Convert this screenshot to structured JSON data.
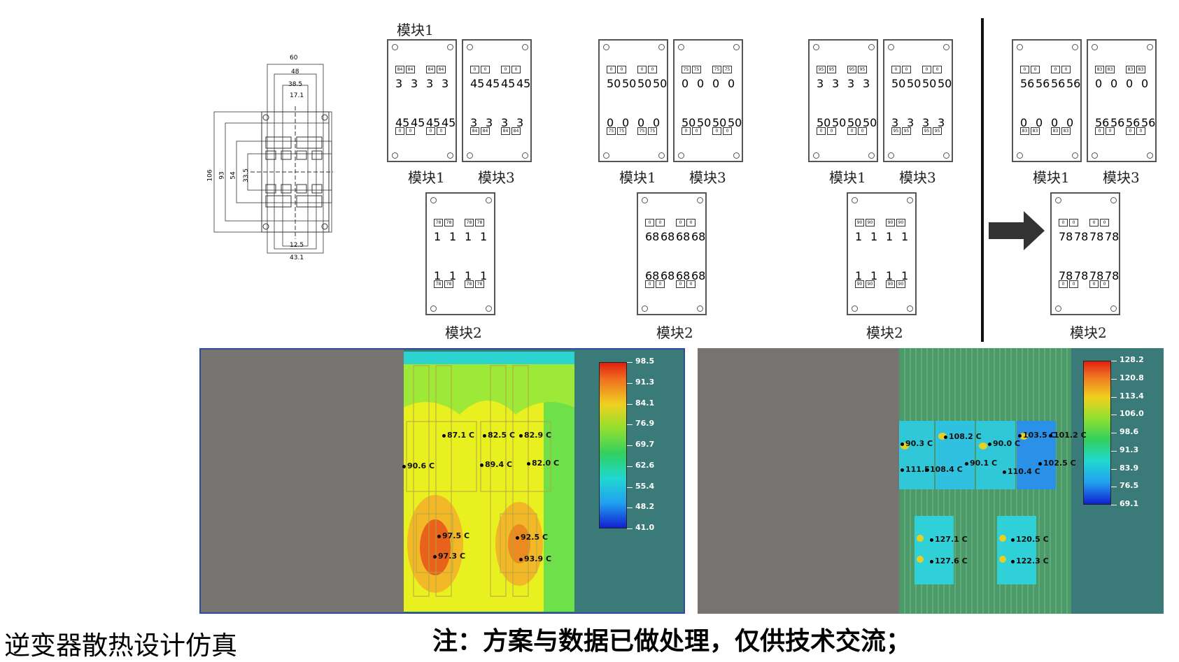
{
  "drawing": {
    "dims": [
      "60",
      "48",
      "38.5",
      "17.1",
      "106",
      "93",
      "54",
      "33.5",
      "12.5",
      "43.1"
    ]
  },
  "group_title": "模块1",
  "groups": [
    {
      "m1": {
        "label": "模块1",
        "top": [
          [
            "84",
            "84"
          ],
          [
            "84",
            "84"
          ]
        ],
        "top_single": [
          "3",
          "3",
          "3",
          "3"
        ],
        "bot_single": [
          "45",
          "45",
          "45",
          "45"
        ],
        "bot": [
          [
            "0",
            "0"
          ],
          [
            "0",
            "0"
          ]
        ]
      },
      "m3": {
        "label": "模块3",
        "top": [
          [
            "0",
            "0"
          ],
          [
            "0",
            "0"
          ]
        ],
        "top_single": [
          "45",
          "45",
          "45",
          "45"
        ],
        "bot_single": [
          "3",
          "3",
          "3",
          "3"
        ],
        "bot": [
          [
            "84",
            "84"
          ],
          [
            "84",
            "84"
          ]
        ]
      },
      "m2": {
        "label": "模块2",
        "top": [
          [
            "78",
            "78"
          ],
          [
            "78",
            "78"
          ]
        ],
        "top_single": [
          "1",
          "1",
          "1",
          "1"
        ],
        "bot_single": [
          "1",
          "1",
          "1",
          "1"
        ],
        "bot": [
          [
            "78",
            "78"
          ],
          [
            "78",
            "78"
          ]
        ]
      }
    },
    {
      "m1": {
        "label": "模块1",
        "top": [
          [
            "0",
            "0"
          ],
          [
            "0",
            "0"
          ]
        ],
        "top_single": [
          "50",
          "50",
          "50",
          "50"
        ],
        "bot_single": [
          "0",
          "0",
          "0",
          "0"
        ],
        "bot": [
          [
            "75",
            "75"
          ],
          [
            "75",
            "75"
          ]
        ]
      },
      "m3": {
        "label": "模块3",
        "top": [
          [
            "75",
            "75"
          ],
          [
            "75",
            "75"
          ]
        ],
        "top_single": [
          "0",
          "0",
          "0",
          "0"
        ],
        "bot_single": [
          "50",
          "50",
          "50",
          "50"
        ],
        "bot": [
          [
            "0",
            "0"
          ],
          [
            "0",
            "0"
          ]
        ]
      },
      "m2": {
        "label": "模块2",
        "top": [
          [
            "0",
            "0"
          ],
          [
            "0",
            "0"
          ]
        ],
        "top_single": [
          "68",
          "68",
          "68",
          "68"
        ],
        "bot_single": [
          "68",
          "68",
          "68",
          "68"
        ],
        "bot": [
          [
            "0",
            "0"
          ],
          [
            "0",
            "0"
          ]
        ]
      }
    },
    {
      "m1": {
        "label": "模块1",
        "top": [
          [
            "95",
            "95"
          ],
          [
            "95",
            "95"
          ]
        ],
        "top_single": [
          "3",
          "3",
          "3",
          "3"
        ],
        "bot_single": [
          "50",
          "50",
          "50",
          "50"
        ],
        "bot": [
          [
            "0",
            "0"
          ],
          [
            "0",
            "0"
          ]
        ]
      },
      "m3": {
        "label": "模块3",
        "top": [
          [
            "0",
            "0"
          ],
          [
            "0",
            "0"
          ]
        ],
        "top_single": [
          "50",
          "50",
          "50",
          "50"
        ],
        "bot_single": [
          "3",
          "3",
          "3",
          "3"
        ],
        "bot": [
          [
            "95",
            "95"
          ],
          [
            "95",
            "95"
          ]
        ]
      },
      "m2": {
        "label": "模块2",
        "top": [
          [
            "90",
            "90"
          ],
          [
            "90",
            "90"
          ]
        ],
        "top_single": [
          "1",
          "1",
          "1",
          "1"
        ],
        "bot_single": [
          "1",
          "1",
          "1",
          "1"
        ],
        "bot": [
          [
            "90",
            "90"
          ],
          [
            "90",
            "90"
          ]
        ]
      }
    },
    {
      "m1": {
        "label": "模块1",
        "top": [
          [
            "0",
            "0"
          ],
          [
            "0",
            "0"
          ]
        ],
        "top_single": [
          "56",
          "56",
          "56",
          "56"
        ],
        "bot_single": [
          "0",
          "0",
          "0",
          "0"
        ],
        "bot": [
          [
            "83",
            "83"
          ],
          [
            "83",
            "83"
          ]
        ]
      },
      "m3": {
        "label": "模块3",
        "top": [
          [
            "83",
            "83"
          ],
          [
            "83",
            "83"
          ]
        ],
        "top_single": [
          "0",
          "0",
          "0",
          "0"
        ],
        "bot_single": [
          "56",
          "56",
          "56",
          "56"
        ],
        "bot": [
          [
            "0",
            "0"
          ],
          [
            "0",
            "0"
          ]
        ]
      },
      "m2": {
        "label": "模块2",
        "top": [
          [
            "0",
            "0"
          ],
          [
            "0",
            "0"
          ]
        ],
        "top_single": [
          "78",
          "78",
          "78",
          "78"
        ],
        "bot_single": [
          "78",
          "78",
          "78",
          "78"
        ],
        "bot": [
          [
            "0",
            "0"
          ],
          [
            "0",
            "0"
          ]
        ]
      }
    }
  ],
  "thermal_left": {
    "legend": [
      "98.5",
      "91.3",
      "84.1",
      "76.9",
      "69.7",
      "62.6",
      "55.4",
      "48.2",
      "41.0"
    ],
    "probes": [
      "87.1 C",
      "82.5 C",
      "82.9 C",
      "90.6 C",
      "89.4 C",
      "82.0 C",
      "97.5 C",
      "92.5 C",
      "97.3 C",
      "93.9 C"
    ]
  },
  "thermal_right": {
    "legend": [
      "128.2",
      "120.8",
      "113.4",
      "106.0",
      "98.6",
      "91.3",
      "83.9",
      "76.5",
      "69.1"
    ],
    "probes": [
      "90.3 C",
      "108.2 C",
      "90.0 C",
      "103.5 C",
      "101.2 C",
      "111.5",
      "108.4 C",
      "90.1 C",
      "110.4 C",
      "102.5 C",
      "127.1 C",
      "120.5 C",
      "127.6 C",
      "122.3 C"
    ]
  },
  "caption_left": "逆变器散热设计仿真",
  "caption_note": "注：方案与数据已做处理，仅供技术交流；",
  "colors": {
    "panel_bg": "#3a7a78",
    "gray": "#767371",
    "arrow": "#333333"
  }
}
